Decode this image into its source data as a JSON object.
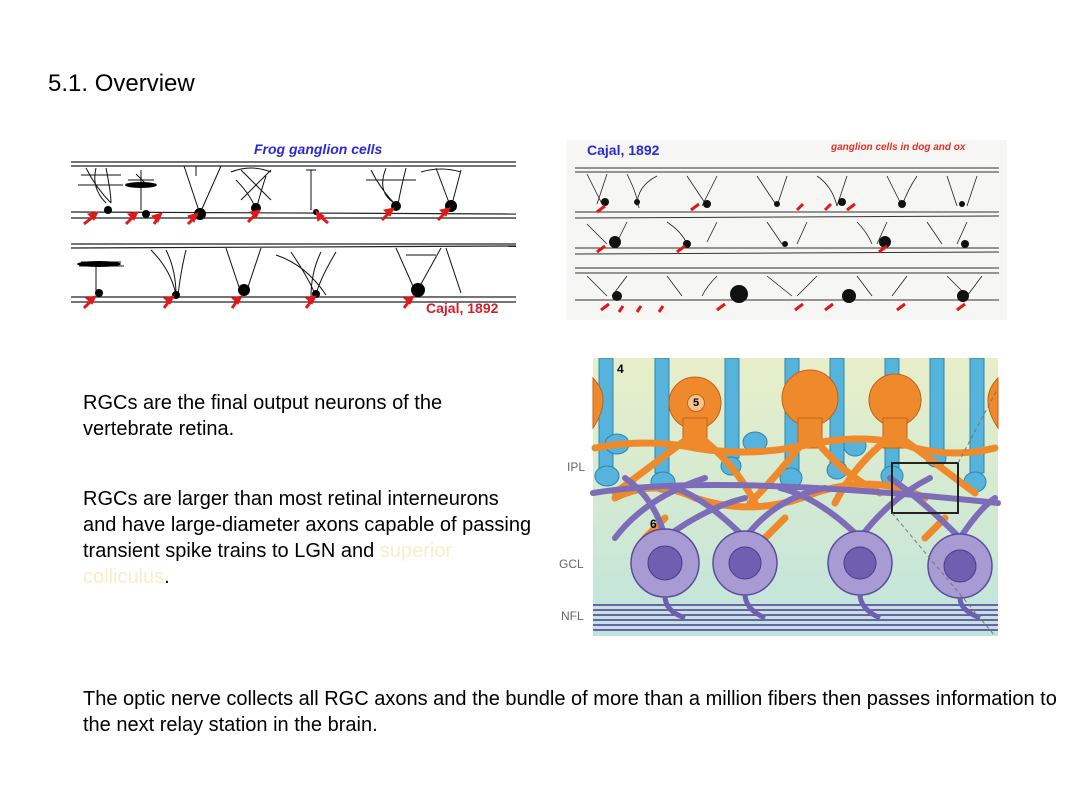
{
  "slide": {
    "title": "5.1. Overview"
  },
  "figures": {
    "frog": {
      "title": "Frog ganglion cells",
      "credit": "Cajal, 1892"
    },
    "dog": {
      "credit": "Cajal, 1892",
      "caption": "ganglion cells in dog and ox"
    },
    "retina": {
      "layers": [
        "IPL",
        "GCL",
        "NFL"
      ],
      "cell_numbers": [
        "4",
        "5",
        "6"
      ]
    }
  },
  "text": {
    "para1": "RGCs are the final output neurons of the vertebrate retina.",
    "para2_prefix": "RGCs are larger than most retinal interneurons and have large-diameter axons capable of passing transient spike trains to LGN and ",
    "para2_highlight": "superior colliculus",
    "para2_suffix": ".",
    "para3": "The optic nerve collects all RGC axons and the bundle of more than a million fibers then passes information to the next relay station in the brain."
  },
  "colors": {
    "frog_title": "#2a2ad6",
    "credit_red": "#d0202a",
    "dog_caption": "#e0302a",
    "arrow_red": "#e01818",
    "retina_orange": "#ef8a2c",
    "retina_blue": "#55b3dc",
    "retina_purple": "#8a7bc0",
    "retina_bg_top": "#e8efc8",
    "retina_bg_bottom": "#bfe4dc"
  }
}
